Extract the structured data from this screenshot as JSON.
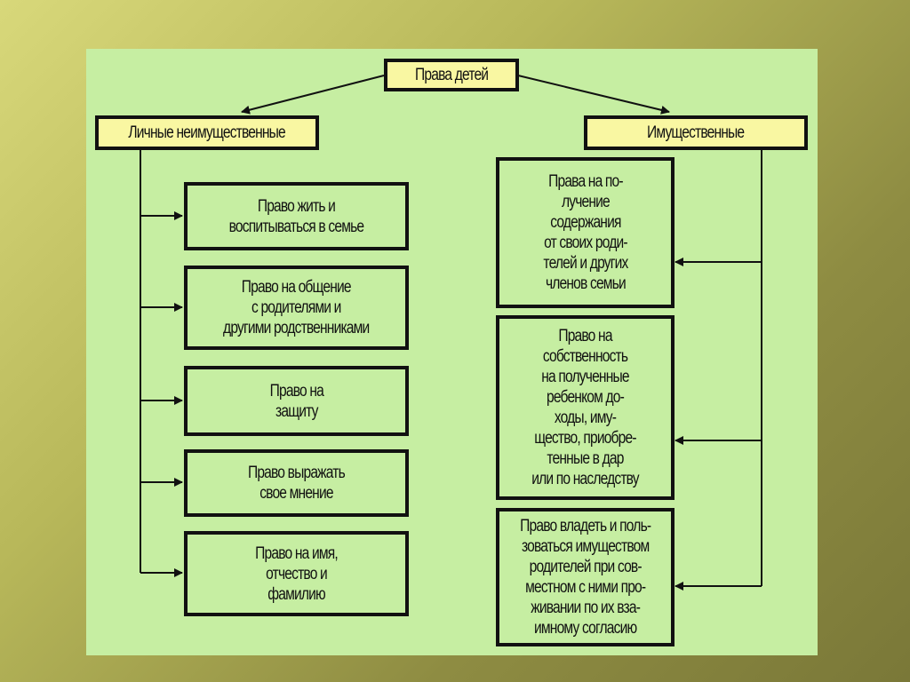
{
  "root": "Права детей",
  "left": {
    "title": "Личные неимущественные",
    "items": [
      "Право жить и\nвоспитываться в семье",
      "Право на общение\nс родителями и\nдругими родственниками",
      "Право на\nзащиту",
      "Право выражать\nсвое мнение",
      "Право на имя,\nотчество и\nфамилию"
    ]
  },
  "right": {
    "title": "Имущественные",
    "items": [
      "Права на по-\nлучение\nсодержания\nот своих роди-\nтелей и других\nчленов семьи",
      "Право на\nсобственность\nна полученные\nребенком до-\nходы, иму-\nщество, приобре-\nтенные в дар\nили по наследству",
      "Право владеть и поль-\nзоваться имуществом\nродителей при сов-\nместном с ними про-\nживании по их вза-\nимному согласию"
    ]
  }
}
